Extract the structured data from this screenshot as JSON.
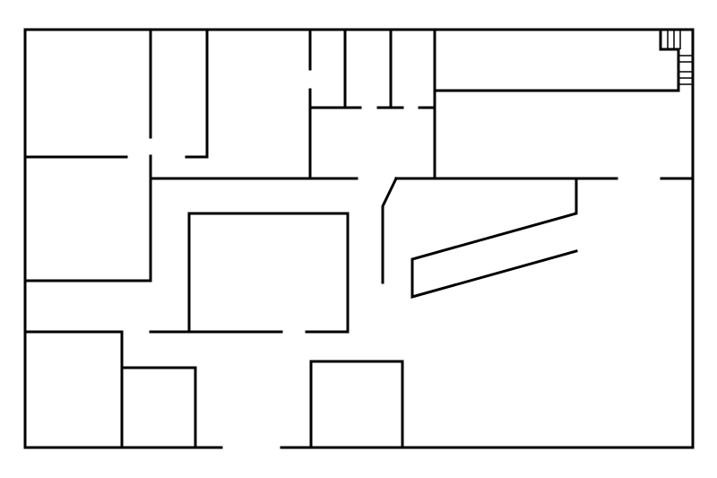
{
  "floor_plan": {
    "wall_color": "#000000",
    "background_color": "#ffffff",
    "features": [
      "outer-walls",
      "rooms",
      "corridors",
      "door-openings",
      "staircase"
    ]
  }
}
